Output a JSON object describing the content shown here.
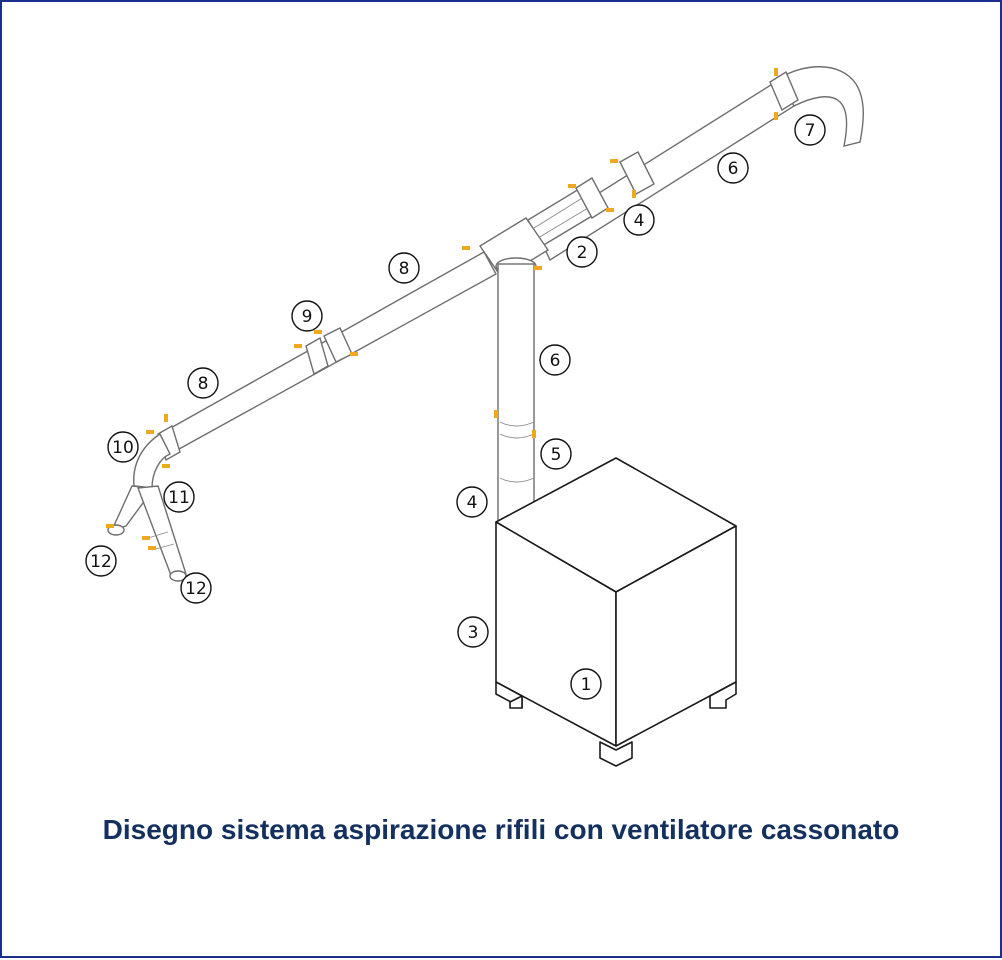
{
  "caption": "Disegno sistema aspirazione rifili con ventilatore cassonato",
  "callouts": [
    {
      "id": "c1",
      "label": "1"
    },
    {
      "id": "c2",
      "label": "2"
    },
    {
      "id": "c3",
      "label": "3"
    },
    {
      "id": "c4a",
      "label": "4"
    },
    {
      "id": "c4b",
      "label": "4"
    },
    {
      "id": "c5",
      "label": "5"
    },
    {
      "id": "c6a",
      "label": "6"
    },
    {
      "id": "c6b",
      "label": "6"
    },
    {
      "id": "c7",
      "label": "7"
    },
    {
      "id": "c8a",
      "label": "8"
    },
    {
      "id": "c8b",
      "label": "8"
    },
    {
      "id": "c9",
      "label": "9"
    },
    {
      "id": "c10",
      "label": "10"
    },
    {
      "id": "c11",
      "label": "11"
    },
    {
      "id": "c12a",
      "label": "12"
    },
    {
      "id": "c12b",
      "label": "12"
    }
  ],
  "colors": {
    "frame": "#1c2f8f",
    "caption": "#14305f",
    "clamp": "#f0a81e",
    "line": "#6e6e6e"
  }
}
